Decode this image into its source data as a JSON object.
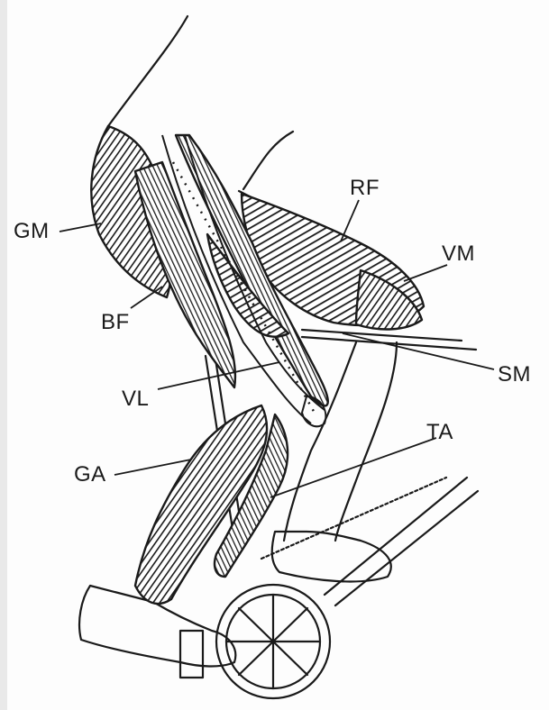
{
  "labels": {
    "gm": "GM",
    "rf": "RF",
    "vm": "VM",
    "bf": "BF",
    "sm": "SM",
    "vl": "VL",
    "ta": "TA",
    "ga": "GA"
  },
  "colors": {
    "ink": "#1a1a1a",
    "paper": "#fdfdfd"
  }
}
